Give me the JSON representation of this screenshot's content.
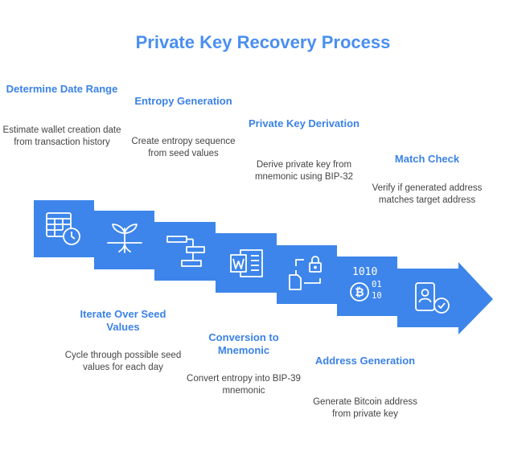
{
  "title": "Private Key Recovery Process",
  "colors": {
    "accent": "#4a8ff0",
    "panel": "#3d85ea",
    "panel_dark": "#2c6fd4",
    "title": "#3b82e6",
    "text": "#444444"
  },
  "steps": [
    {
      "title": "Determine Date Range",
      "desc": "Estimate wallet creation date from transaction history",
      "icon": "calendar-clock-icon"
    },
    {
      "title": "Iterate Over Seed Values",
      "desc": "Cycle through possible seed values for each day",
      "icon": "seedling-icon"
    },
    {
      "title": "Entropy Generation",
      "desc": "Create entropy sequence from seed values",
      "icon": "flowchart-icon"
    },
    {
      "title": "Conversion to Mnemonic",
      "desc": "Convert entropy into BIP-39 mnemonic",
      "icon": "word-document-icon"
    },
    {
      "title": "Private Key Derivation",
      "desc": "Derive private key from mnemonic using BIP-32",
      "icon": "lock-file-icon"
    },
    {
      "title": "Address Generation",
      "desc": "Generate Bitcoin address from private key",
      "icon": "bitcoin-binary-icon"
    },
    {
      "title": "Match Check",
      "desc": "Verify if generated address matches target address",
      "icon": "verified-user-icon"
    }
  ],
  "binary_text": {
    "line1": "1010",
    "line2a": "01",
    "line2b": "10"
  }
}
